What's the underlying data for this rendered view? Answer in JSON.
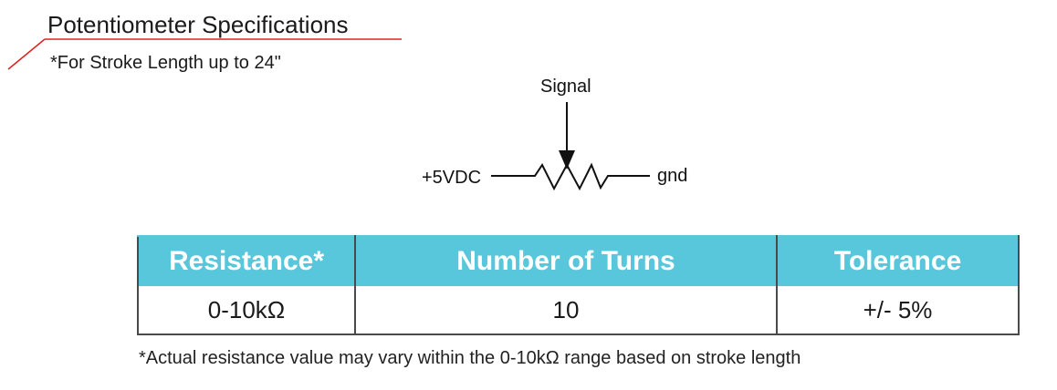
{
  "header": {
    "title": "Potentiometer Specifications",
    "subtitle": "*For Stroke Length up to 24\"",
    "underline_color": "#e02020"
  },
  "schematic": {
    "signal_label": "Signal",
    "input_label": "+5VDC",
    "ground_label": "gnd"
  },
  "table": {
    "header_color": "#59c7db",
    "columns": [
      "Resistance*",
      "Number of Turns",
      "Tolerance"
    ],
    "rows": [
      [
        "0-10kΩ",
        "10",
        "+/- 5%"
      ]
    ]
  },
  "footnote": "*Actual resistance value may vary within the 0-10kΩ range based on stroke length"
}
